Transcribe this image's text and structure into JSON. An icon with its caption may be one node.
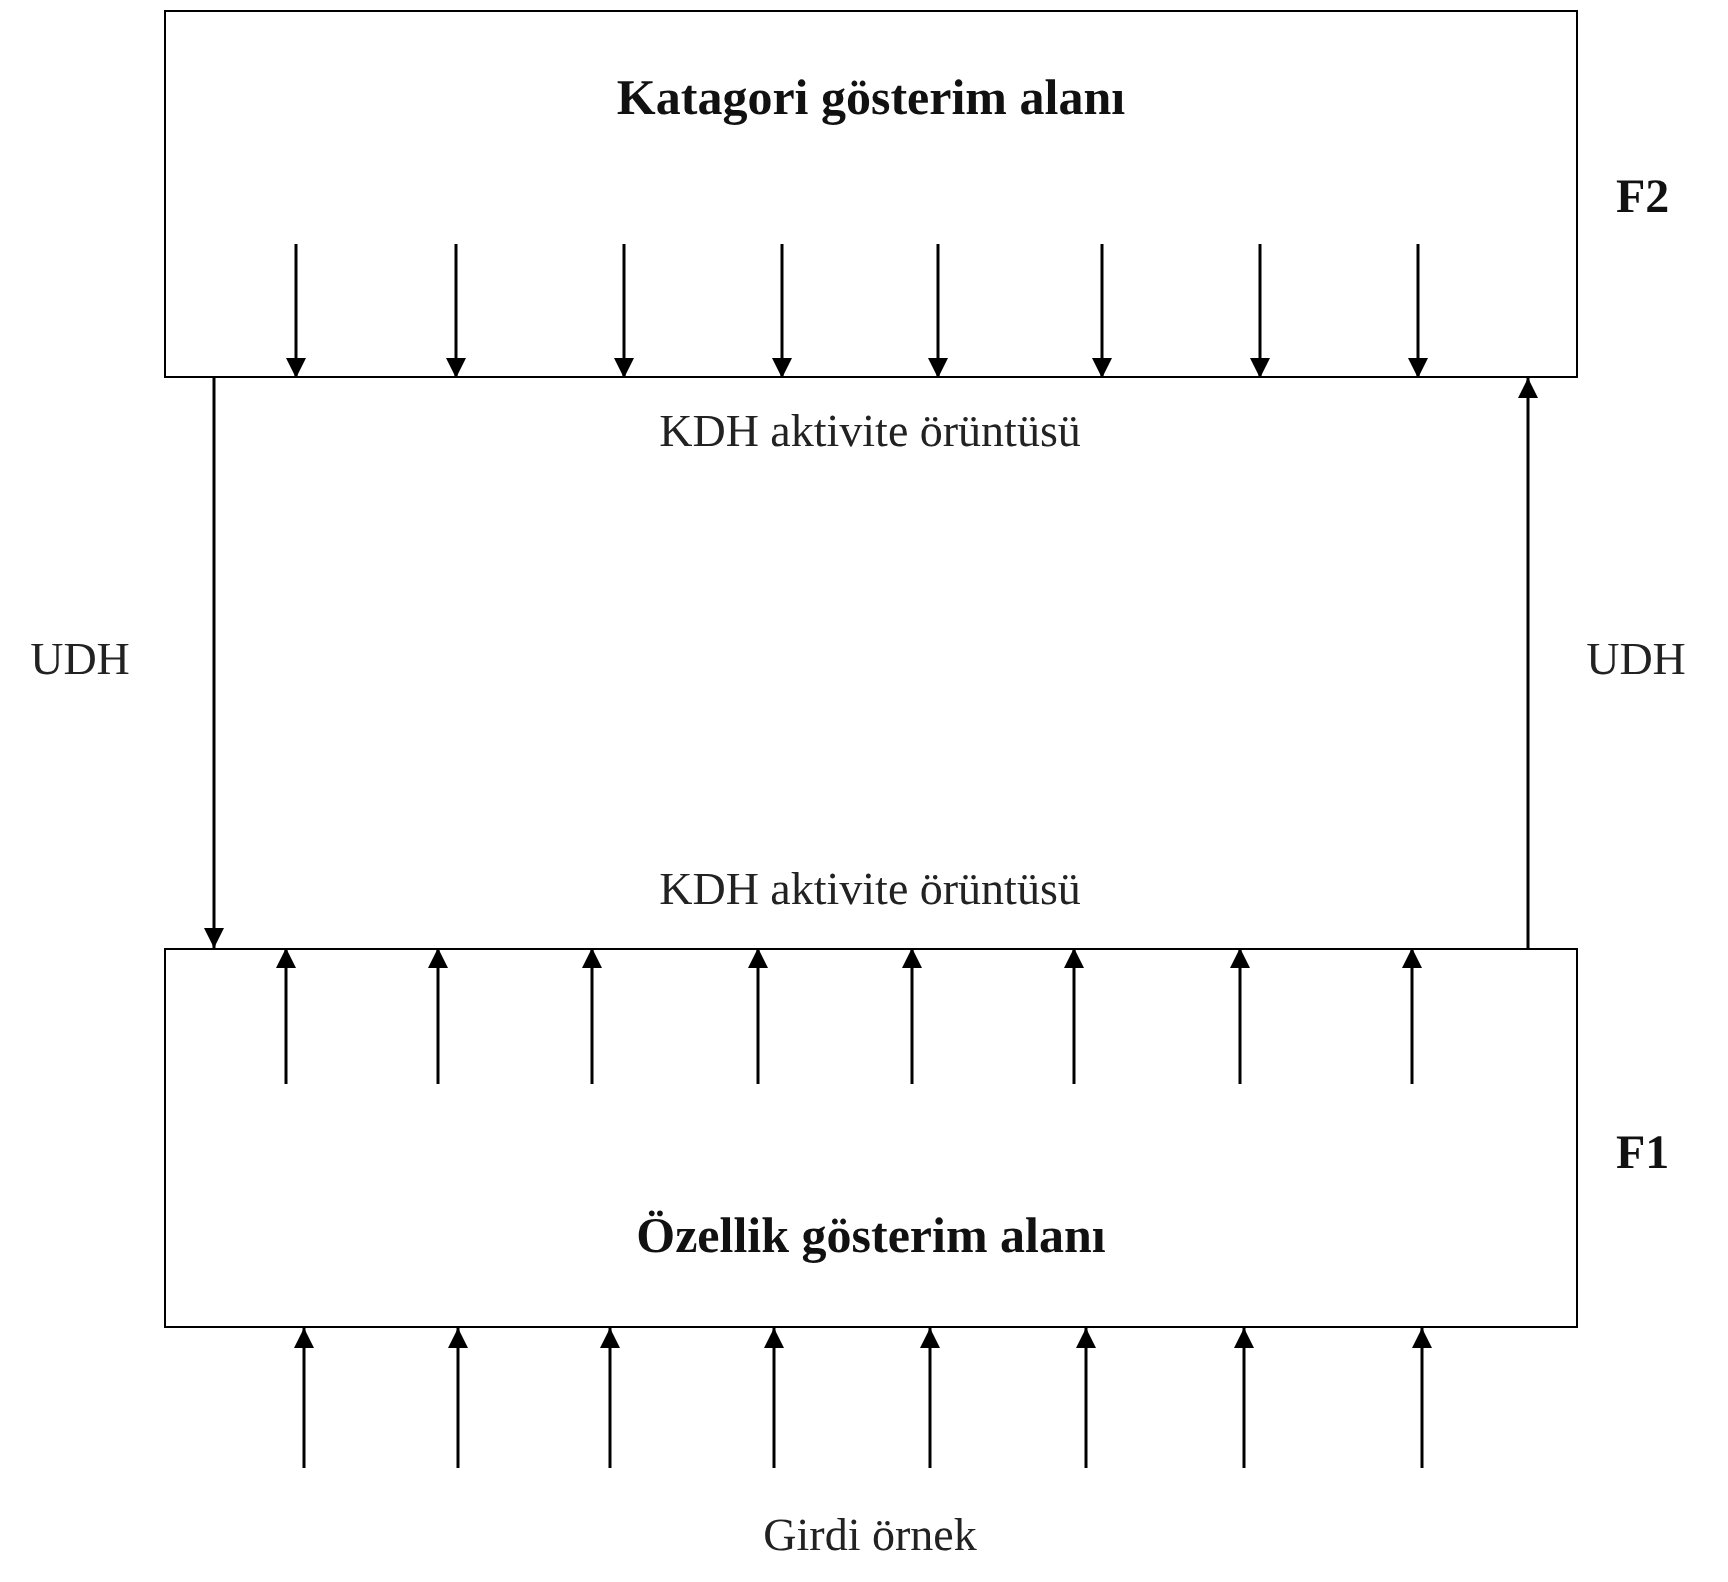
{
  "diagram": {
    "nodes": [
      {
        "text": [
          "Katagori gösterim alanı"
        ],
        "beside": [
          "F2"
        ]
      },
      {
        "text": [
          "Özellik gösterim alanı"
        ],
        "beside": [
          "F1"
        ]
      }
    ],
    "edges": [
      {
        "from": 0,
        "to": 1,
        "arrow": "to",
        "label": "UDH"
      },
      {
        "from": 1,
        "to": 0,
        "arrow": "to",
        "label": "UDH"
      },
      {
        "from": null,
        "to": 1,
        "arrow": "to"
      },
      {
        "from": null,
        "to": 1,
        "arrow": "to"
      },
      {
        "from": null,
        "to": 1,
        "arrow": "to"
      },
      {
        "from": null,
        "to": 1,
        "arrow": "to"
      },
      {
        "from": null,
        "to": 1,
        "arrow": "to"
      },
      {
        "from": null,
        "to": 1,
        "arrow": "to"
      },
      {
        "from": null,
        "to": 1,
        "arrow": "to"
      },
      {
        "from": null,
        "to": 1,
        "arrow": "to"
      }
    ],
    "labels": [
      "KDH aktivite örüntüsü",
      "KDH aktivite örüntüsü",
      "Girdi örnek"
    ]
  }
}
